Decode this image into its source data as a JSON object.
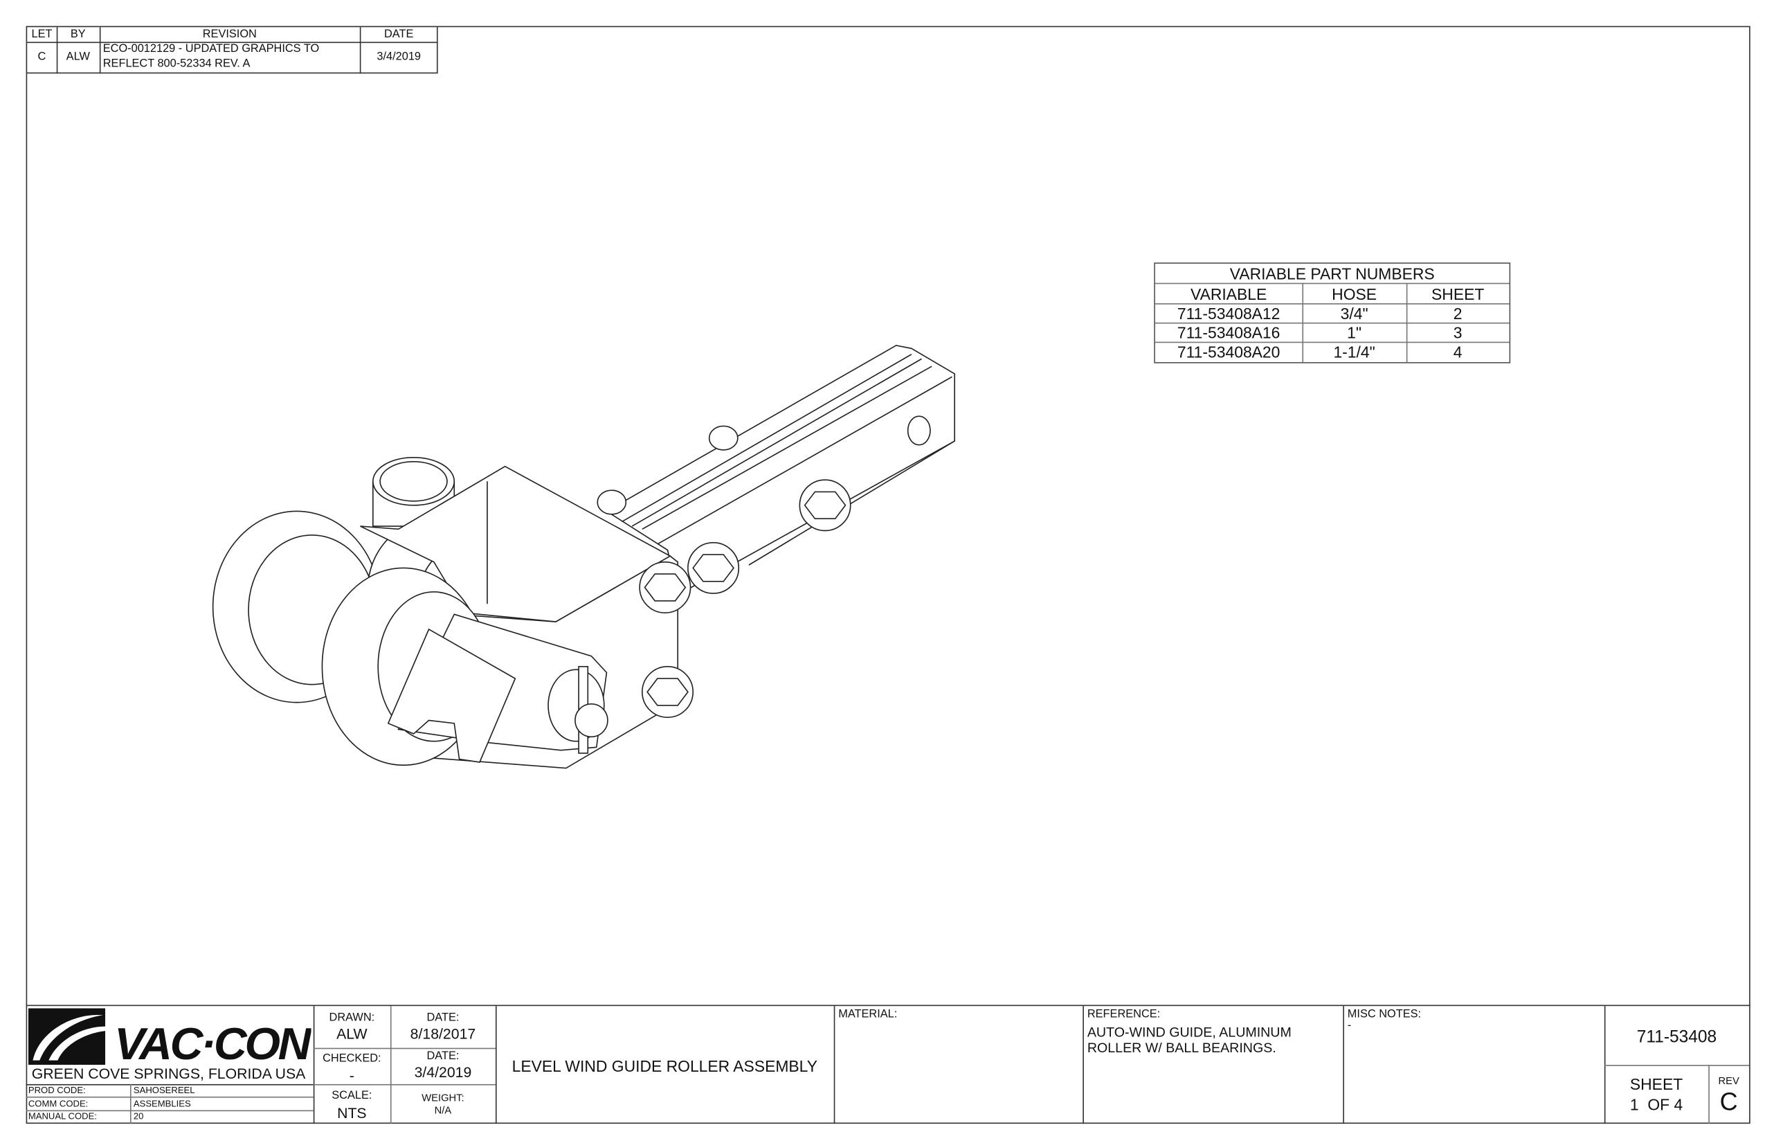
{
  "revision_block": {
    "headers": [
      "LET",
      "BY",
      "REVISION",
      "DATE"
    ],
    "rows": [
      {
        "let": "C",
        "by": "ALW",
        "revision_line1": "ECO-0012129 - UPDATED GRAPHICS TO",
        "revision_line2": "REFLECT 800-52334 REV. A",
        "date": "3/4/2019"
      }
    ]
  },
  "variable_table": {
    "title": "VARIABLE PART NUMBERS",
    "headers": [
      "VARIABLE",
      "HOSE",
      "SHEET"
    ],
    "rows": [
      [
        "711-53408A12",
        "3/4\"",
        "2"
      ],
      [
        "711-53408A16",
        "1\"",
        "3"
      ],
      [
        "711-53408A20",
        "1-1/4\"",
        "4"
      ]
    ]
  },
  "title_block": {
    "logo_text": "VAC·CON",
    "location": "GREEN COVE SPRINGS, FLORIDA USA",
    "codes": [
      {
        "label": "PROD CODE:",
        "value": "SAHOSEREEL"
      },
      {
        "label": "COMM CODE:",
        "value": "ASSEMBLIES"
      },
      {
        "label": "MANUAL CODE:",
        "value": "20"
      }
    ],
    "drawn_label": "DRAWN:",
    "drawn_value": "ALW",
    "drawn_date_label": "DATE:",
    "drawn_date": "8/18/2017",
    "checked_label": "CHECKED:",
    "checked_value": "-",
    "checked_date_label": "DATE:",
    "checked_date": "3/4/2019",
    "scale_label": "SCALE:",
    "scale_value": "NTS",
    "weight_label": "WEIGHT:",
    "weight_value": "N/A",
    "title": "LEVEL WIND GUIDE ROLLER ASSEMBLY",
    "material_label": "MATERIAL:",
    "reference_label": "REFERENCE:",
    "reference_line1": "AUTO-WIND GUIDE, ALUMINUM",
    "reference_line2": "ROLLER W/ BALL BEARINGS.",
    "misc_label": "MISC NOTES:",
    "misc_value": "-",
    "part_number": "711-53408",
    "sheet_label": "SHEET",
    "sheet_value": "1  OF 4",
    "rev_label": "REV",
    "rev_value": "C"
  }
}
